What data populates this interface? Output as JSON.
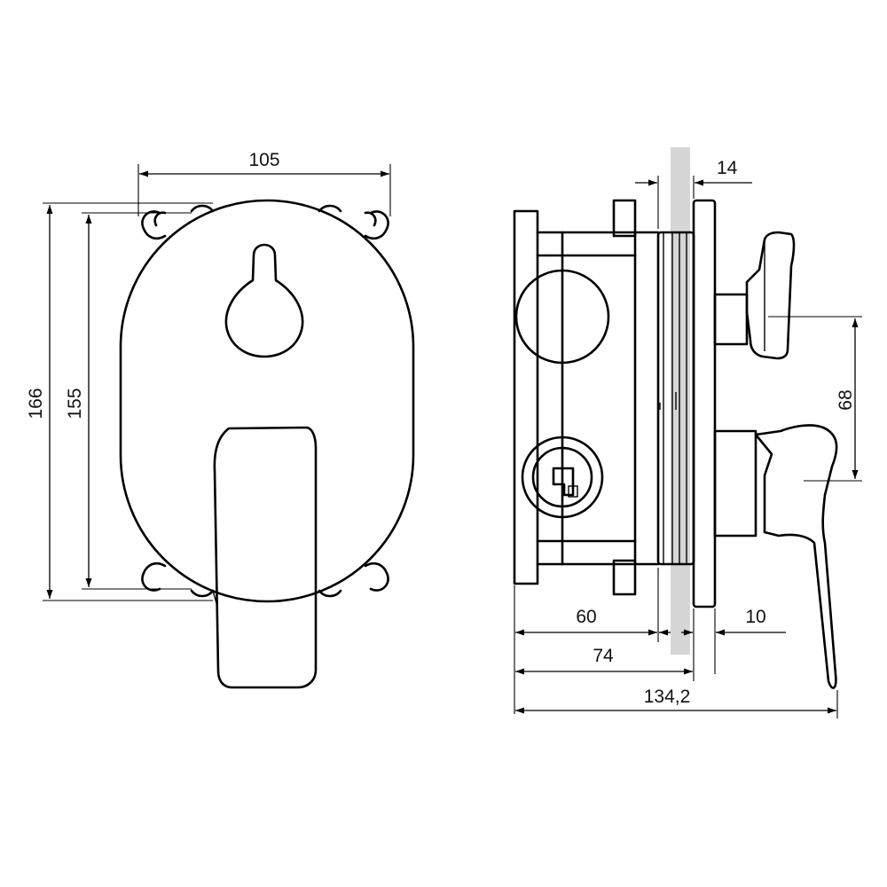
{
  "colors": {
    "line": "#000000",
    "wall": "#d6d6d6",
    "background": "#ffffff"
  },
  "front_view": {
    "dimensions": {
      "width": "105",
      "height_outer": "166",
      "height_inner": "155"
    }
  },
  "side_view": {
    "dimensions": {
      "wall_thickness": "14",
      "spacing": "68",
      "depth_body": "60",
      "depth_wall": "74",
      "depth_total": "134,2",
      "handle_offset": "10"
    }
  }
}
